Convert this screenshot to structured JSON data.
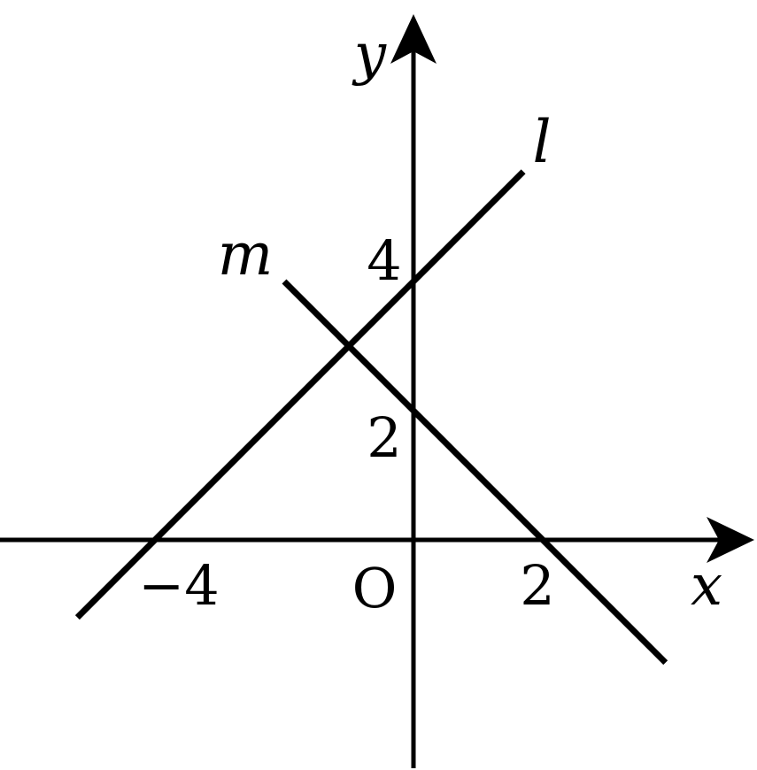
{
  "axes": {
    "x_label": "x",
    "y_label": "y",
    "origin_label": "O",
    "x_ticks": [
      {
        "value": -4,
        "label": "−4"
      },
      {
        "value": 2,
        "label": "2"
      }
    ],
    "y_ticks": [
      {
        "value": 2,
        "label": "2"
      },
      {
        "value": 4,
        "label": "4"
      }
    ]
  },
  "lines": [
    {
      "name": "l",
      "slope": 1,
      "intercept": 4,
      "x_range": [
        -5.2,
        1.7
      ]
    },
    {
      "name": "m",
      "slope": -1,
      "intercept": 2,
      "x_range": [
        -2.0,
        3.9
      ]
    }
  ]
}
